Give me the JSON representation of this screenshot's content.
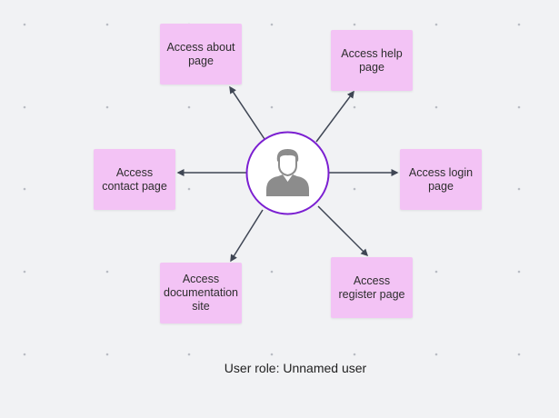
{
  "caption": "User role: Unnamed user",
  "center_icon": "user-avatar-icon",
  "colors": {
    "background": "#f1f2f4",
    "note": "#f3c3f5",
    "circle_border": "#7b1fd1",
    "arrow": "#3f4654",
    "dot": "#b9bcc3",
    "avatar": "#8c8c8c"
  },
  "nodes": {
    "about": "Access about page",
    "help": "Access help page",
    "contact": "Access contact page",
    "login": "Access login page",
    "documentation": "Access documentation site",
    "register": "Access register page"
  }
}
